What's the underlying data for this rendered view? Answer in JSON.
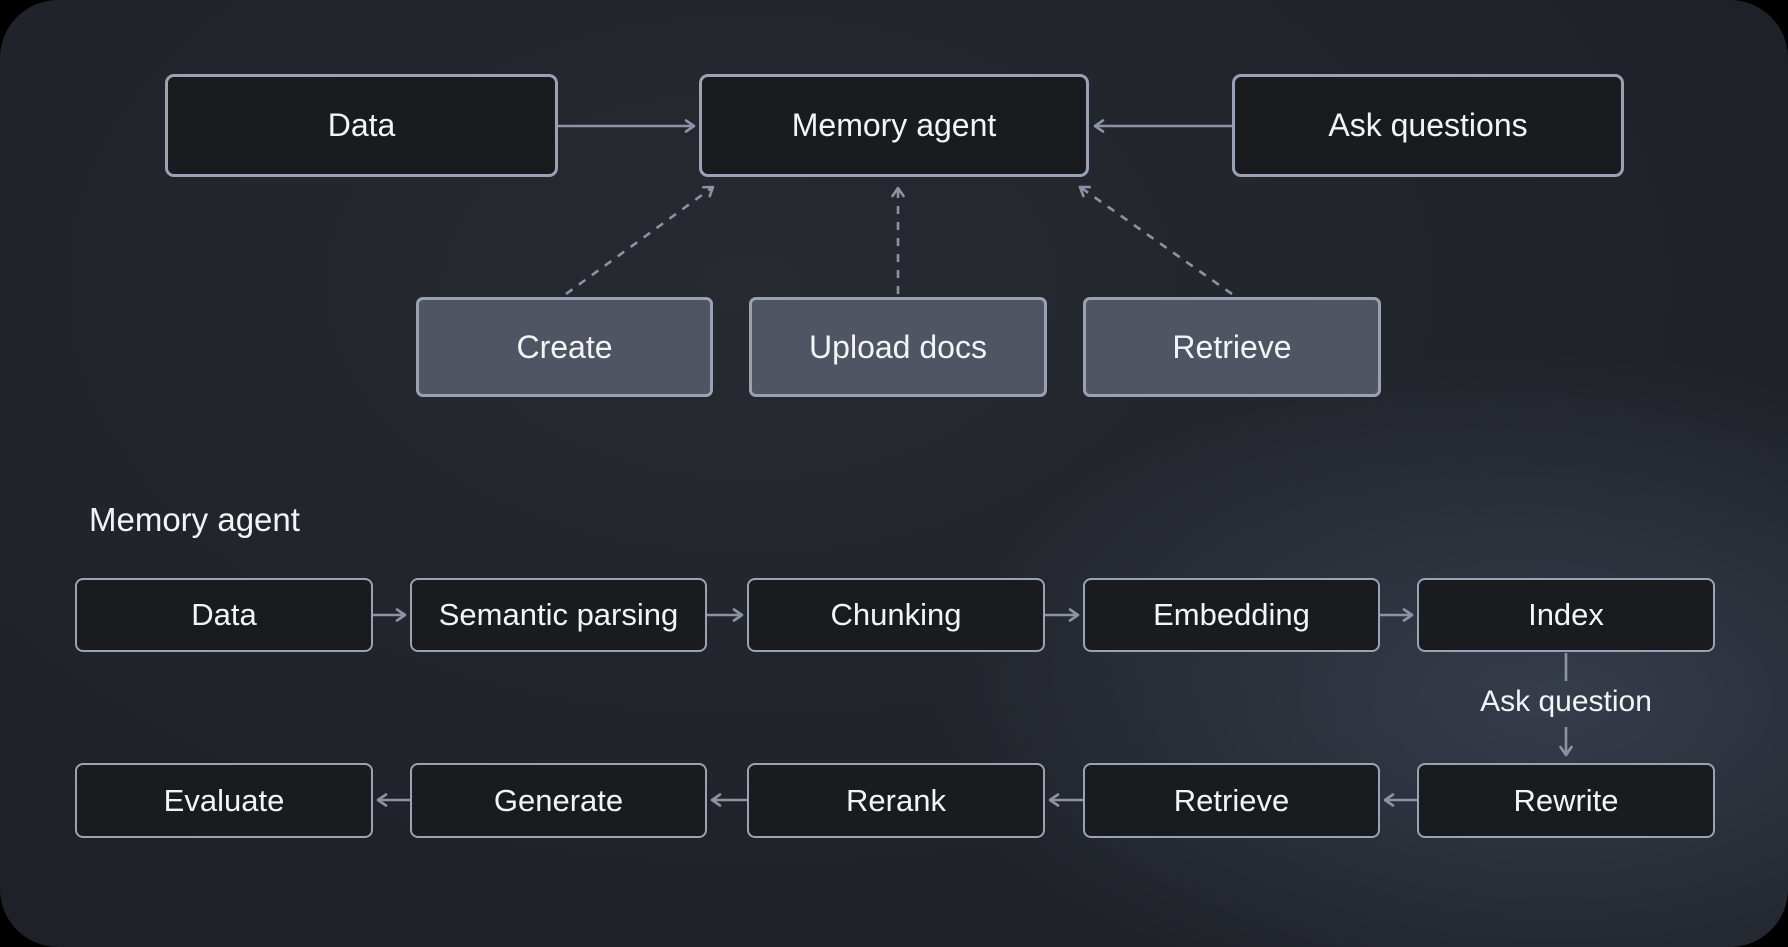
{
  "top_flow": {
    "nodes": [
      {
        "id": "data-source",
        "label": "Data"
      },
      {
        "id": "memory-agent",
        "label": "Memory agent"
      },
      {
        "id": "ask-questions",
        "label": "Ask questions"
      }
    ],
    "actions": [
      {
        "id": "create",
        "label": "Create"
      },
      {
        "id": "upload-docs",
        "label": "Upload docs"
      },
      {
        "id": "retrieve",
        "label": "Retrieve"
      }
    ],
    "edges": [
      {
        "from": "data-source",
        "to": "memory-agent",
        "style": "solid"
      },
      {
        "from": "ask-questions",
        "to": "memory-agent",
        "style": "solid"
      },
      {
        "from": "create",
        "to": "memory-agent",
        "style": "dashed"
      },
      {
        "from": "upload-docs",
        "to": "memory-agent",
        "style": "dashed"
      },
      {
        "from": "retrieve",
        "to": "memory-agent",
        "style": "dashed"
      }
    ]
  },
  "pipeline": {
    "section_title": "Memory agent",
    "row1": [
      "Data",
      "Semantic parsing",
      "Chunking",
      "Embedding",
      "Index"
    ],
    "edge_label": "Ask question",
    "row2": [
      "Evaluate",
      "Generate",
      "Rerank",
      "Retrieve",
      "Rewrite"
    ],
    "edges": [
      {
        "from": "Data",
        "to": "Semantic parsing",
        "style": "solid"
      },
      {
        "from": "Semantic parsing",
        "to": "Chunking",
        "style": "solid"
      },
      {
        "from": "Chunking",
        "to": "Embedding",
        "style": "solid"
      },
      {
        "from": "Embedding",
        "to": "Index",
        "style": "solid"
      },
      {
        "from": "Index",
        "to": "Rewrite",
        "style": "solid",
        "label": "Ask question"
      },
      {
        "from": "Rewrite",
        "to": "Retrieve",
        "style": "solid"
      },
      {
        "from": "Retrieve",
        "to": "Rerank",
        "style": "solid"
      },
      {
        "from": "Rerank",
        "to": "Generate",
        "style": "solid"
      },
      {
        "from": "Generate",
        "to": "Evaluate",
        "style": "solid"
      }
    ]
  },
  "colors": {
    "background_outer": "#000000",
    "background_base": "#1e2127",
    "background_glow": "#3a4150",
    "node_dark_fill": "#1a1b1f",
    "node_gray_fill": "#4f5562",
    "node_border": "#9aa3b5",
    "arrow_line": "#8b93a5",
    "text": "#f3f4f6"
  }
}
